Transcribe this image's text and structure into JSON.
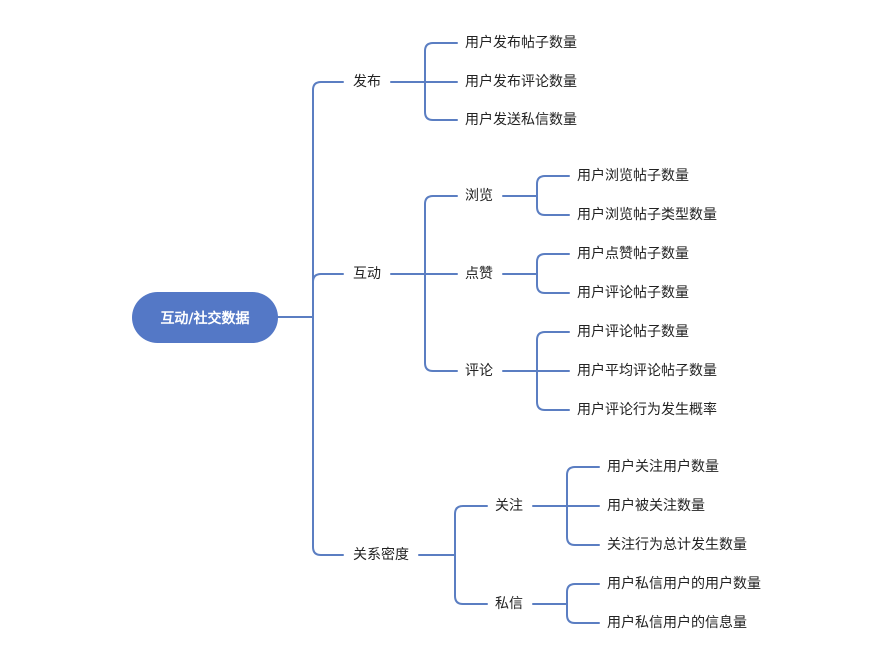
{
  "style": {
    "line_color": "#5b7ec2",
    "root_fill": "#5478c6",
    "root_text_color": "#ffffff"
  },
  "root": {
    "label": "互动/社交数据"
  },
  "branches": [
    {
      "label": "发布",
      "leaves": [
        "用户发布帖子数量",
        "用户发布评论数量",
        "用户发送私信数量"
      ]
    },
    {
      "label": "互动",
      "groups": [
        {
          "label": "浏览",
          "leaves": [
            "用户浏览帖子数量",
            "用户浏览帖子类型数量"
          ]
        },
        {
          "label": "点赞",
          "leaves": [
            "用户点赞帖子数量",
            "用户评论帖子数量"
          ]
        },
        {
          "label": "评论",
          "leaves": [
            "用户评论帖子数量",
            "用户平均评论帖子数量",
            "用户评论行为发生概率"
          ]
        }
      ]
    },
    {
      "label": "关系密度",
      "groups": [
        {
          "label": "关注",
          "leaves": [
            "用户关注用户数量",
            "用户被关注数量",
            "关注行为总计发生数量"
          ]
        },
        {
          "label": "私信",
          "leaves": [
            "用户私信用户的用户数量",
            "用户私信用户的信息量"
          ]
        }
      ]
    }
  ]
}
